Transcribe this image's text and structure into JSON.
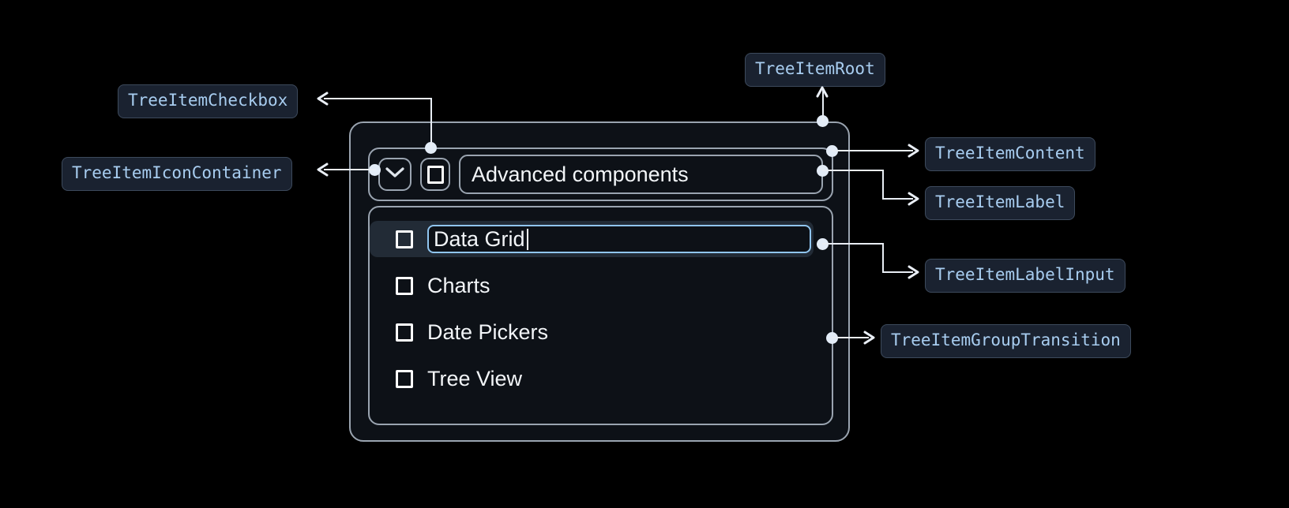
{
  "annotations": {
    "checkbox": "TreeItemCheckbox",
    "icon_container": "TreeItemIconContainer",
    "root": "TreeItemRoot",
    "content": "TreeItemContent",
    "label": "TreeItemLabel",
    "label_input": "TreeItemLabelInput",
    "group_transition": "TreeItemGroupTransition"
  },
  "tree": {
    "root_item": {
      "label": "Advanced components",
      "expand_icon": "chevron-down-icon",
      "checkbox_state": "unchecked"
    },
    "children": [
      {
        "label": "Data Grid",
        "editing": true,
        "checkbox_state": "unchecked",
        "selected": true
      },
      {
        "label": "Charts",
        "editing": false,
        "checkbox_state": "unchecked",
        "selected": false
      },
      {
        "label": "Date Pickers",
        "editing": false,
        "checkbox_state": "unchecked",
        "selected": false
      },
      {
        "label": "Tree View",
        "editing": false,
        "checkbox_state": "unchecked",
        "selected": false
      }
    ]
  },
  "colors": {
    "background": "#000000",
    "panel": "#0d1117",
    "border": "#9aa4b0",
    "pill_bg": "#1a2230",
    "pill_border": "#3d4a5c",
    "pill_text": "#a8cdf0",
    "accent_input": "#90c5f0",
    "selected_row": "#222b36",
    "connector": "#e9eef5"
  }
}
